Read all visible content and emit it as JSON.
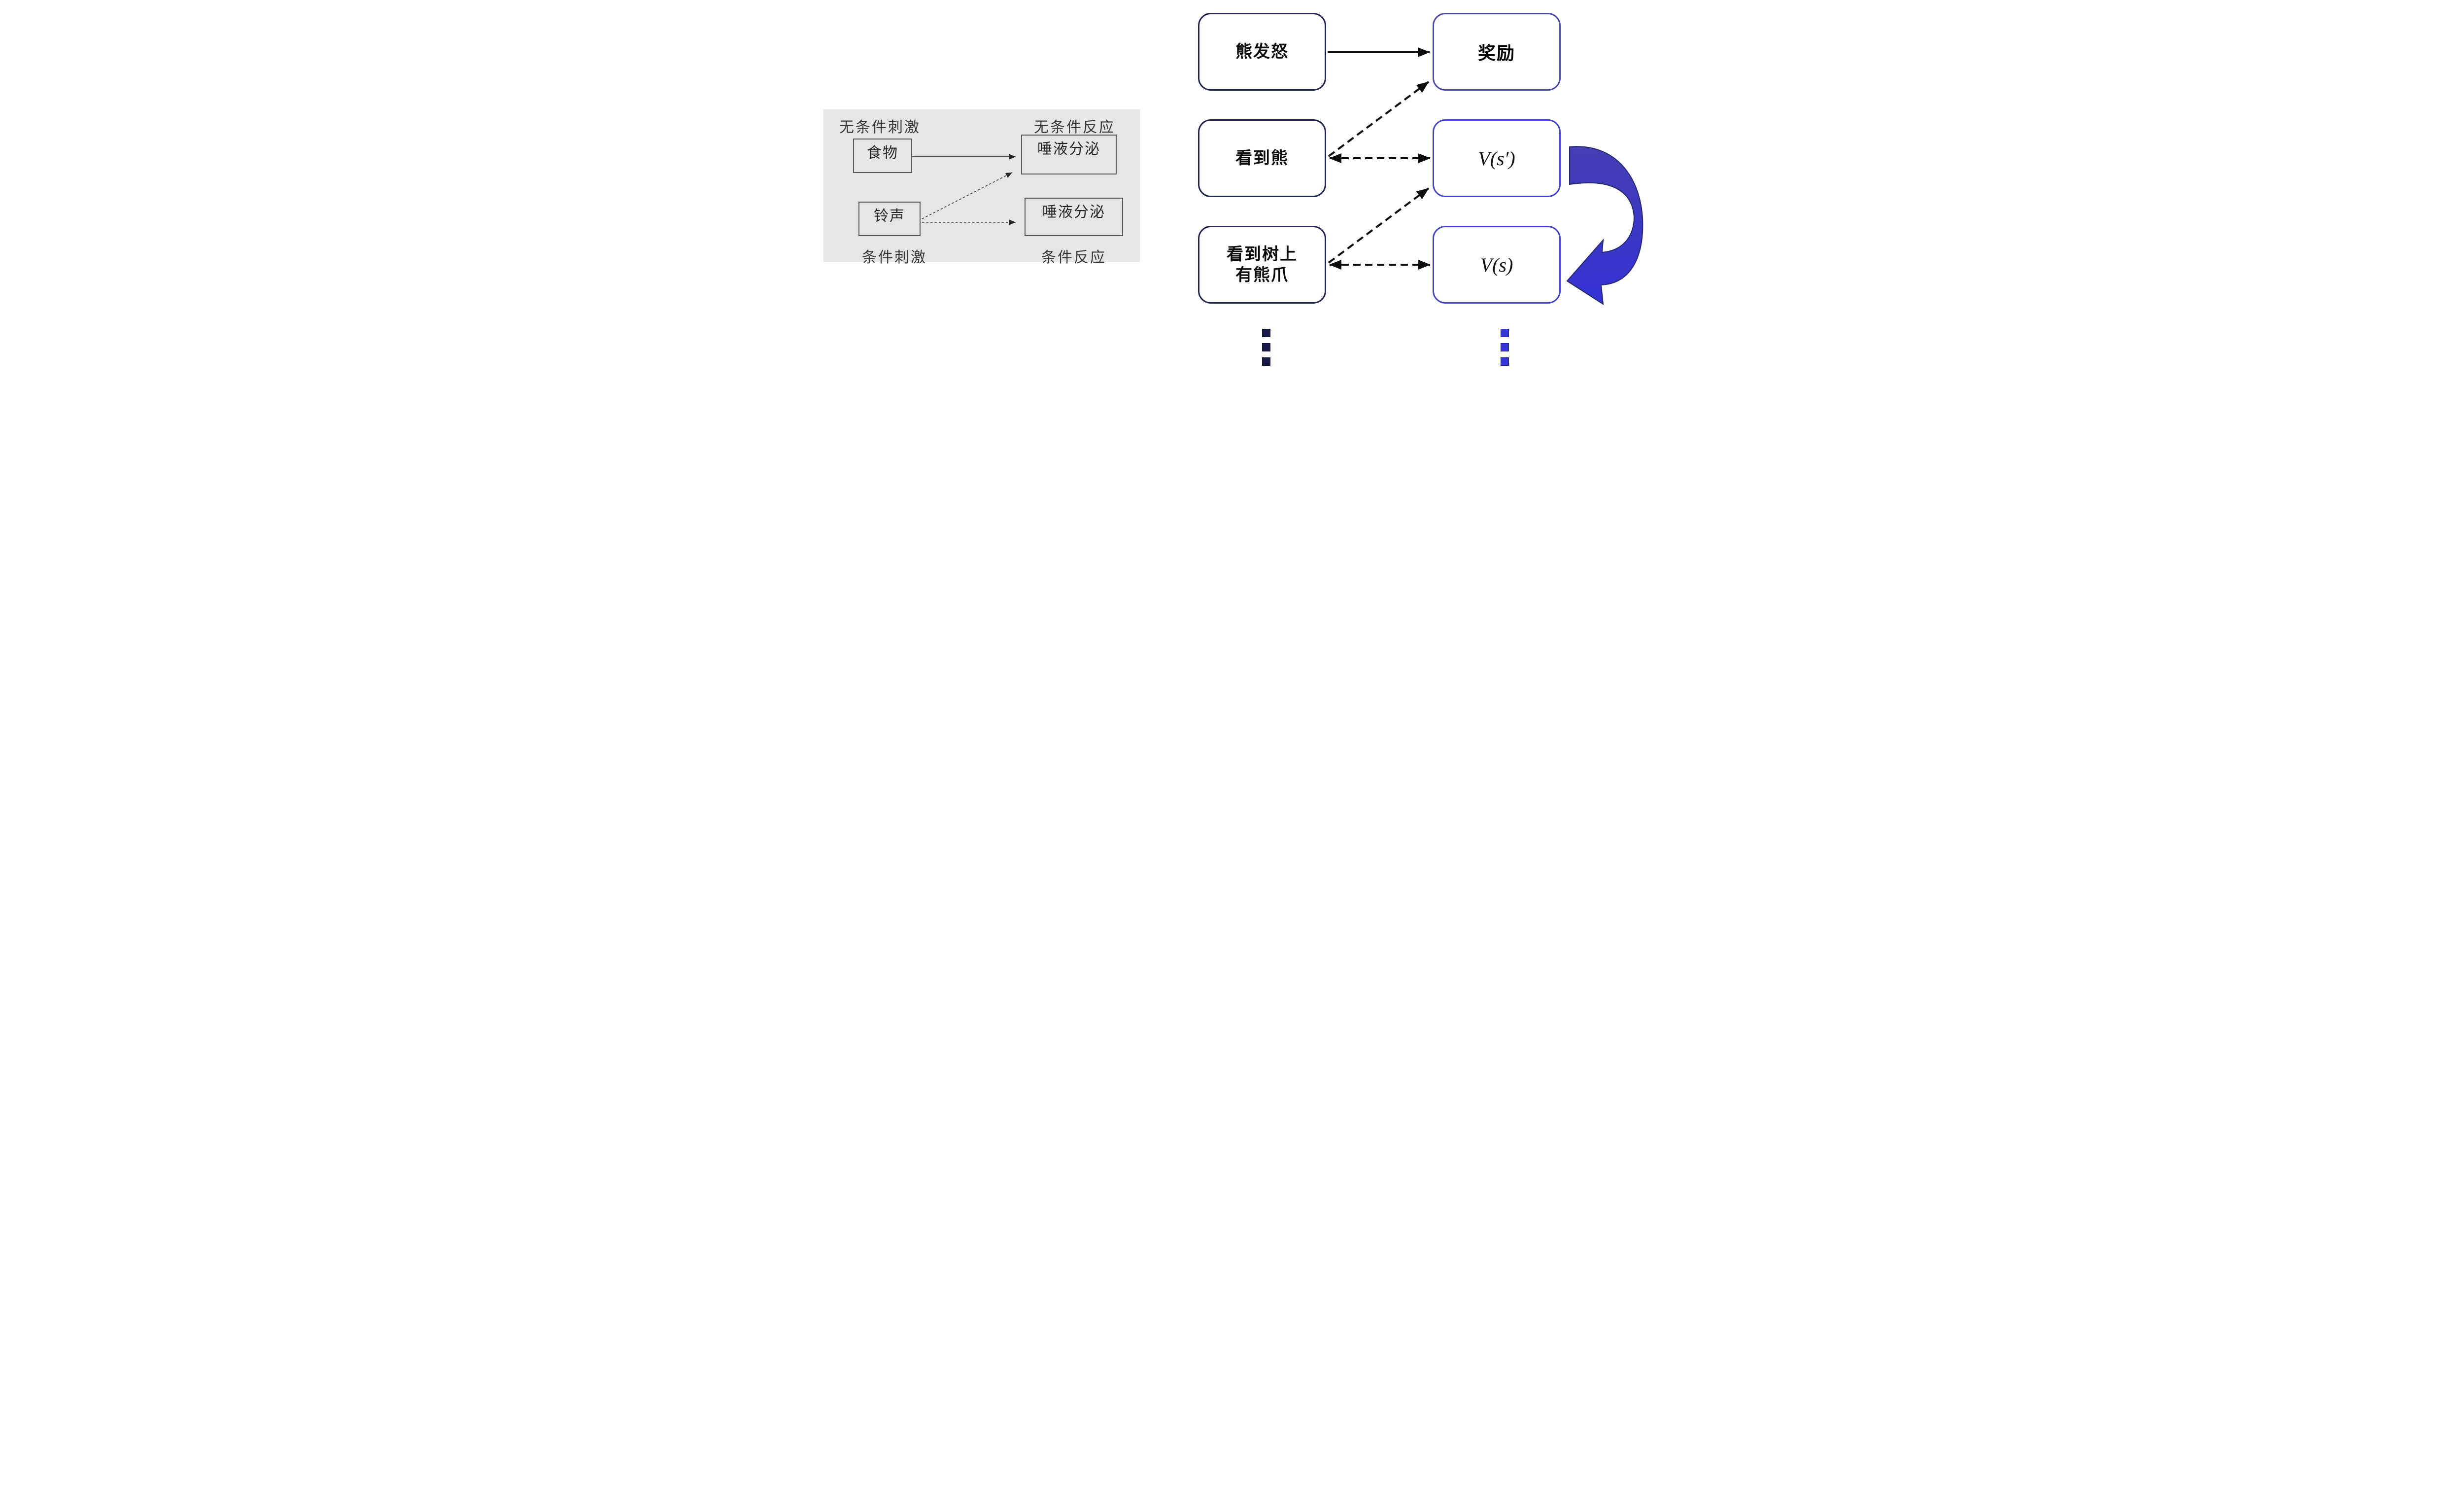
{
  "pavlov_panel": {
    "labels": {
      "unconditioned_stimulus": "无条件刺激",
      "unconditioned_response": "无条件反应",
      "conditioned_stimulus": "条件刺激",
      "conditioned_response": "条件反应"
    },
    "boxes": {
      "food": "食物",
      "bell": "铃声",
      "salivation_top": "唾液分泌",
      "salivation_bottom": "唾液分泌"
    }
  },
  "rl_diagram": {
    "nodes": {
      "bear_angry": "熊发怒",
      "reward": "奖励",
      "see_bear": "看到熊",
      "value_next_state": "V(s′)",
      "see_claw_line1": "看到树上",
      "see_claw_line2": "有熊爪",
      "value_state": "V(s)"
    }
  },
  "colors": {
    "panel_bg": "#e5e5e4",
    "dark_node_border": "#23234f",
    "reward_node_border": "#4a4aa8",
    "value_node_border": "#4545c5",
    "ribbon_blue_top": "#443fb2",
    "ribbon_blue_bottom": "#3431d6",
    "ellipsis_left": "#1b1b47",
    "ellipsis_left_border": "#0d0d33",
    "ellipsis_right": "#3534d4",
    "ellipsis_right_border": "#1d1d96"
  },
  "ellipsis": {
    "count": 3
  }
}
